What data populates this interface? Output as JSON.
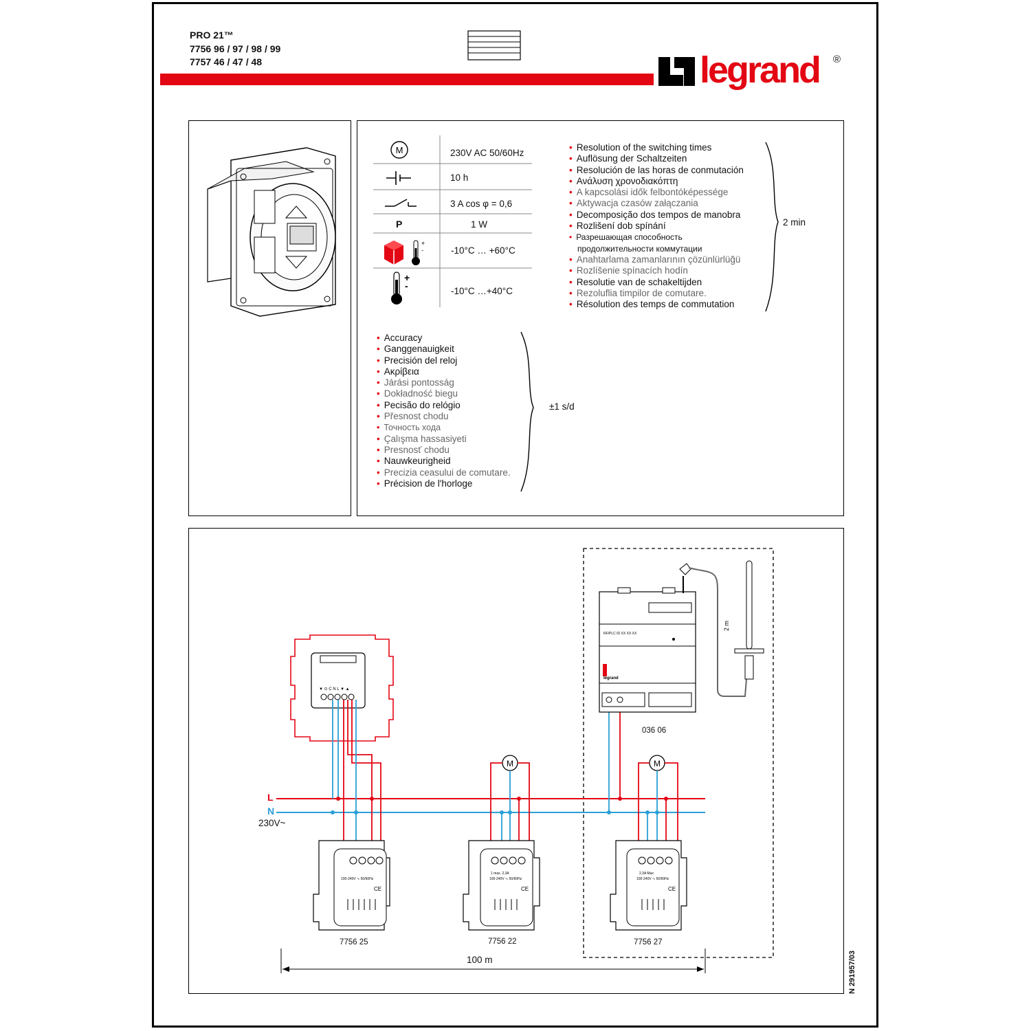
{
  "header": {
    "product": "PRO 21™",
    "refs_line1": "7756 96 / 97 / 98 / 99",
    "refs_line2": "7757 46 / 47 / 48",
    "brand": "legrand",
    "brand_mark": "®"
  },
  "specs": [
    {
      "icon": "motor-icon",
      "symbol": "M",
      "value": "230V AC 50/60Hz"
    },
    {
      "icon": "battery-icon",
      "symbol": "",
      "value": "10 h"
    },
    {
      "icon": "switch-contact-icon",
      "symbol": "",
      "value": "3 A cos φ = 0,6"
    },
    {
      "icon": "power-icon",
      "symbol": "P",
      "value": "1 W"
    },
    {
      "icon": "storage-temperature-icon",
      "symbol": "",
      "value": "-10°C … +60°C"
    },
    {
      "icon": "operating-temperature-icon",
      "symbol": "",
      "value": "-10°C …+40°C"
    }
  ],
  "switching_resolution": {
    "value": "2 min",
    "labels": [
      "Resolution of the switching times",
      "Auflösung der Schaltzeiten",
      "Resolución de las horas de conmutación",
      "Ανάλυση χρονοδιακόπτη",
      "A kapcsolási idők felbontóképessége",
      "Aktywacja czasów załączania",
      "Decomposição dos tempos de manobra",
      "Rozlišení dob spínání",
      "Разрешающая способность",
      "продолжительности коммутации",
      "Anahtarlama zamanlarının çözünlürlüğü",
      "Rozlíšenie spínacích hodín",
      "Resolutie van de schakeltijden",
      "Rezoluflia timpilor de comutare.",
      "Résolution des temps de commutation"
    ]
  },
  "accuracy": {
    "value": "±1 s/d",
    "labels": [
      "Accuracy",
      "Ganggenauigkeit",
      "Precisión del reloj",
      "Ακρίβεια",
      "Járási pontosság",
      "Dokładność biegu",
      "Pecisão do relógio",
      "Přesnost chodu",
      "Точность хода",
      "Çalışma hassasiyeti",
      "Presnosť chodu",
      "Nauwkeurigheid",
      "Precizia ceasului de comutare.",
      "Précision de l'horloge"
    ]
  },
  "wiring": {
    "line_L": "L",
    "line_N": "N",
    "voltage": "230V~",
    "ref_gateway": "036 06",
    "ref_a": "7756 25",
    "ref_b": "7756 22",
    "ref_c": "7756 27",
    "distance": "100 m",
    "antenna_cable": "2 m",
    "gateway_label": "RF/PLC   ID XX XX XX",
    "gateway_brand": "legrand",
    "terminals_timer": "▼ ⊙ C N L ▼ ▲",
    "terminal_n": "N",
    "terminal_l": "L",
    "motor_symbol": "M",
    "rating_a": "100-240V ∿ 50/60Hz",
    "rating_b": "1 max. 2,3A",
    "rating_c": "2,3A Max",
    "ce_mark": "CE"
  },
  "doc_number": "N 291957/03",
  "colors": {
    "red": "#e30613",
    "blue": "#2a9fd6",
    "black": "#000000"
  }
}
